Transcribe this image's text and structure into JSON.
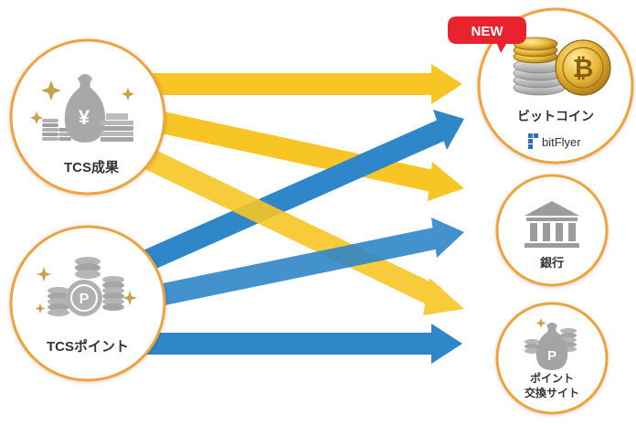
{
  "sources": {
    "tcs_seika": {
      "label": "TCS成果",
      "icon": "money-bag-yen-icon"
    },
    "tcs_point": {
      "label": "TCSポイント",
      "icon": "point-coins-icon"
    }
  },
  "destinations": {
    "bitcoin": {
      "label": "ビットコイン",
      "badge": "NEW",
      "brand": "bitFlyer",
      "icon": "bitcoin-coins-icon"
    },
    "bank": {
      "label": "銀行",
      "icon": "bank-building-icon"
    },
    "point_exchange": {
      "label_line1": "ポイント",
      "label_line2": "交換サイト",
      "icon": "point-bag-icon"
    }
  },
  "colors": {
    "circle_border": "#f0a23c",
    "arrow_yellow": "#f7c625",
    "arrow_blue": "#2f86c8",
    "badge": "#e8232d",
    "icon_gray": "#a0a0a0",
    "sparkle": "#c9a24c",
    "bitflyer_blue": "#2c6fb6"
  }
}
